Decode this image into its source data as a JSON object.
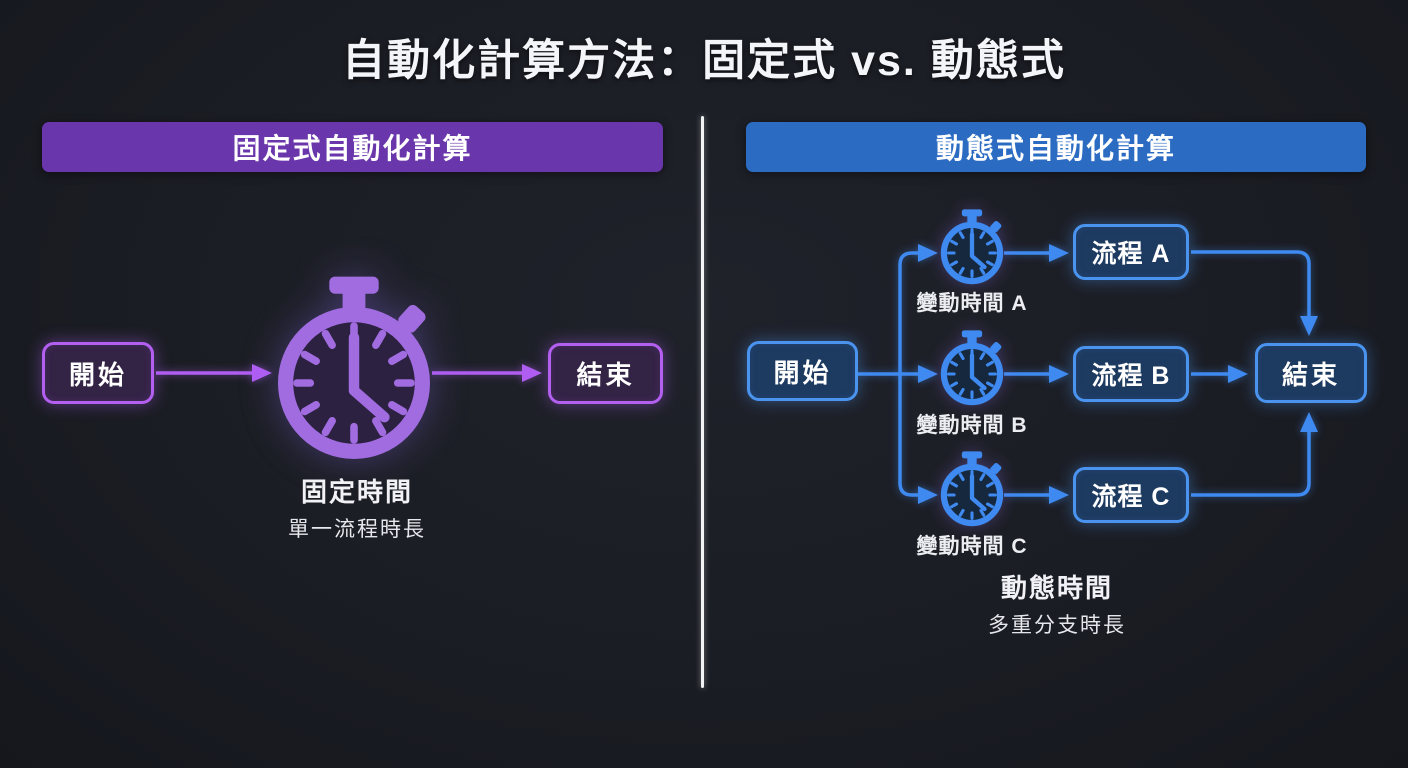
{
  "title": "自動化計算方法：固定式 vs. 動態式",
  "colors": {
    "background": "#1b1d24",
    "purple_header": "#6a36ab",
    "purple_accent": "#b35ff0",
    "purple_icon": "#a06ce0",
    "blue_header": "#2b6cc2",
    "blue_accent": "#3f8af0",
    "divider": "#f2f3f5",
    "text": "#ffffff"
  },
  "left_panel": {
    "header": "固定式自動化計算",
    "start_label": "開始",
    "end_label": "結束",
    "timer_icon": "stopwatch-icon",
    "caption_title": "固定時間",
    "caption_subtitle": "單一流程時長"
  },
  "right_panel": {
    "header": "動態式自動化計算",
    "start_label": "開始",
    "end_label": "結束",
    "branches": [
      {
        "timer_label": "變動時間 A",
        "process_label": "流程 A"
      },
      {
        "timer_label": "變動時間 B",
        "process_label": "流程 B"
      },
      {
        "timer_label": "變動時間 C",
        "process_label": "流程 C"
      }
    ],
    "caption_title": "動態時間",
    "caption_subtitle": "多重分支時長"
  }
}
